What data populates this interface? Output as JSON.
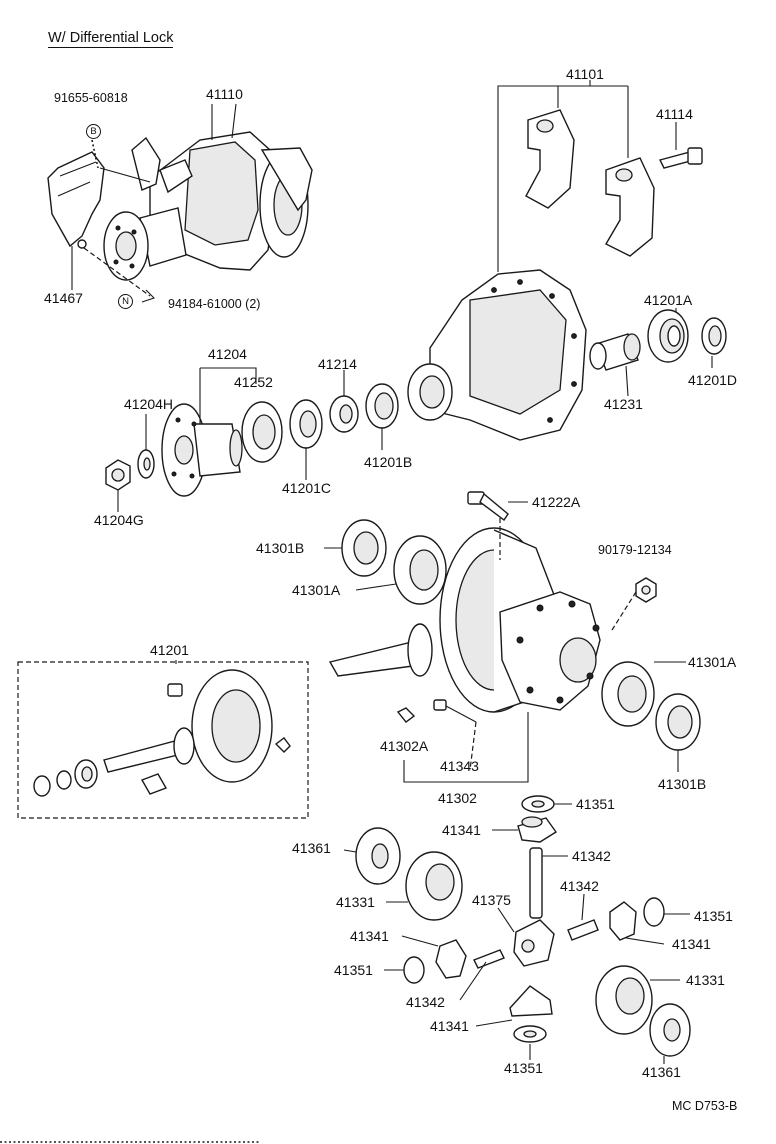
{
  "diagram": {
    "title": "W/ Differential Lock",
    "reference": "MC  D753-B"
  },
  "labels": [
    {
      "id": "41110",
      "text": "41110"
    },
    {
      "id": "91655-60818",
      "text": "91655-60818"
    },
    {
      "id": "41467",
      "text": "41467"
    },
    {
      "id": "94184-61000",
      "text": "94184-61000 (2)"
    },
    {
      "id": "41101",
      "text": "41101"
    },
    {
      "id": "41114",
      "text": "41114"
    },
    {
      "id": "41201A",
      "text": "41201A"
    },
    {
      "id": "41201D",
      "text": "41201D"
    },
    {
      "id": "41231",
      "text": "41231"
    },
    {
      "id": "41204",
      "text": "41204"
    },
    {
      "id": "41252",
      "text": "41252"
    },
    {
      "id": "41214",
      "text": "41214"
    },
    {
      "id": "41204H",
      "text": "41204H"
    },
    {
      "id": "41204G",
      "text": "41204G"
    },
    {
      "id": "41201C",
      "text": "41201C"
    },
    {
      "id": "41201B",
      "text": "41201B"
    },
    {
      "id": "41222A",
      "text": "41222A"
    },
    {
      "id": "90179-12134",
      "text": "90179-12134"
    },
    {
      "id": "41301B-left",
      "text": "41301B"
    },
    {
      "id": "41301A-left",
      "text": "41301A"
    },
    {
      "id": "41301A-right",
      "text": "41301A"
    },
    {
      "id": "41301B-right",
      "text": "41301B"
    },
    {
      "id": "41201",
      "text": "41201"
    },
    {
      "id": "41302A",
      "text": "41302A"
    },
    {
      "id": "41343",
      "text": "41343"
    },
    {
      "id": "41302",
      "text": "41302"
    },
    {
      "id": "41351-top",
      "text": "41351"
    },
    {
      "id": "41341-top",
      "text": "41341"
    },
    {
      "id": "41342-top",
      "text": "41342"
    },
    {
      "id": "41361-left",
      "text": "41361"
    },
    {
      "id": "41342-mid",
      "text": "41342"
    },
    {
      "id": "41331-left",
      "text": "41331"
    },
    {
      "id": "41375",
      "text": "41375"
    },
    {
      "id": "41351-right",
      "text": "41351"
    },
    {
      "id": "41341-right",
      "text": "41341"
    },
    {
      "id": "41341-left",
      "text": "41341"
    },
    {
      "id": "41351-left",
      "text": "41351"
    },
    {
      "id": "41342-bottom",
      "text": "41342"
    },
    {
      "id": "41331-right",
      "text": "41331"
    },
    {
      "id": "41341-bottom",
      "text": "41341"
    },
    {
      "id": "41351-bottom",
      "text": "41351"
    },
    {
      "id": "41361-right",
      "text": "41361"
    }
  ],
  "badges": {
    "bolt_marker": "B",
    "nut_marker": "N"
  }
}
